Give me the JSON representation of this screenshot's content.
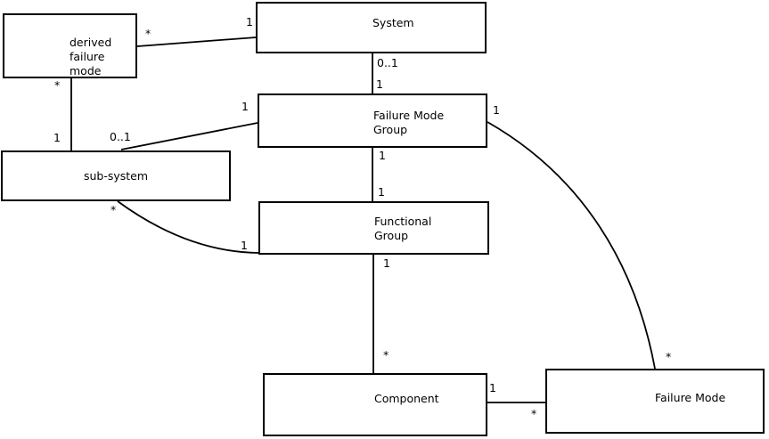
{
  "diagram": {
    "nodes": [
      {
        "id": "derived-failure-mode",
        "label": "derived\nfailure\nmode"
      },
      {
        "id": "system",
        "label": "System"
      },
      {
        "id": "failure-mode-group",
        "label": "Failure Mode\nGroup"
      },
      {
        "id": "sub-system",
        "label": "sub-system"
      },
      {
        "id": "functional-group",
        "label": "Functional\nGroup"
      },
      {
        "id": "component",
        "label": "Component"
      },
      {
        "id": "failure-mode",
        "label": "Failure Mode"
      }
    ],
    "edges": [
      {
        "from": "derived failure mode",
        "to": "System",
        "from_label": "*",
        "to_label": "1"
      },
      {
        "from": "derived failure mode",
        "to": "sub-system",
        "from_label": "*",
        "to_label": "1"
      },
      {
        "from": "System",
        "to": "Failure Mode Group",
        "from_label": "0..1",
        "to_label": "1"
      },
      {
        "from": "sub-system",
        "to": "Failure Mode Group",
        "from_label": "0..1",
        "to_label": "1"
      },
      {
        "from": "Failure Mode Group",
        "to": "Functional Group",
        "from_label": "1",
        "to_label": "1"
      },
      {
        "from": "sub-system",
        "to": "Functional Group",
        "from_label": "*",
        "to_label": "1"
      },
      {
        "from": "Failure Mode Group",
        "to": "Failure Mode",
        "from_label": "1",
        "to_label": "*"
      },
      {
        "from": "Functional Group",
        "to": "Component",
        "from_label": "1",
        "to_label": "*"
      },
      {
        "from": "Component",
        "to": "Failure Mode",
        "from_label": "1",
        "to_label": "*"
      }
    ],
    "colors": {
      "line": "#000000",
      "background": "#ffffff",
      "text": "#000000"
    }
  }
}
